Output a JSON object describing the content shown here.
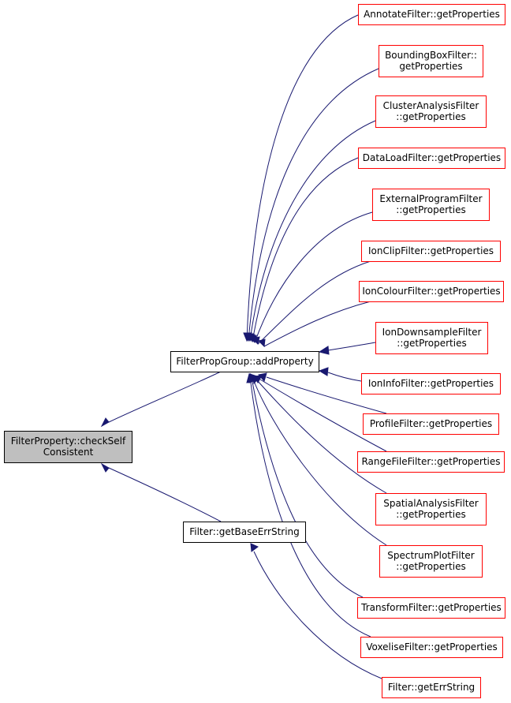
{
  "graph": {
    "colors": {
      "edge": "#191970",
      "caller_border": "#ff0000",
      "node_border": "#000000",
      "root_fill": "#bfbfbf"
    },
    "root": {
      "id": "root",
      "lines": [
        "FilterProperty::checkSelf",
        "Consistent"
      ]
    },
    "intermediates": [
      {
        "id": "addProperty",
        "lines": [
          "FilterPropGroup::addProperty"
        ]
      },
      {
        "id": "getBaseErrString",
        "lines": [
          "Filter::getBaseErrString"
        ]
      }
    ],
    "callers": [
      {
        "id": "annotate",
        "lines": [
          "AnnotateFilter::getProperties"
        ]
      },
      {
        "id": "boundingbox",
        "lines": [
          "BoundingBoxFilter::",
          "getProperties"
        ]
      },
      {
        "id": "cluster",
        "lines": [
          "ClusterAnalysisFilter",
          "::getProperties"
        ]
      },
      {
        "id": "dataload",
        "lines": [
          "DataLoadFilter::getProperties"
        ]
      },
      {
        "id": "external",
        "lines": [
          "ExternalProgramFilter",
          "::getProperties"
        ]
      },
      {
        "id": "ionclip",
        "lines": [
          "IonClipFilter::getProperties"
        ]
      },
      {
        "id": "ioncolour",
        "lines": [
          "IonColourFilter::getProperties"
        ]
      },
      {
        "id": "iondownsample",
        "lines": [
          "IonDownsampleFilter",
          "::getProperties"
        ]
      },
      {
        "id": "ioninfo",
        "lines": [
          "IonInfoFilter::getProperties"
        ]
      },
      {
        "id": "profile",
        "lines": [
          "ProfileFilter::getProperties"
        ]
      },
      {
        "id": "rangefile",
        "lines": [
          "RangeFileFilter::getProperties"
        ]
      },
      {
        "id": "spatial",
        "lines": [
          "SpatialAnalysisFilter",
          "::getProperties"
        ]
      },
      {
        "id": "spectrum",
        "lines": [
          "SpectrumPlotFilter",
          "::getProperties"
        ]
      },
      {
        "id": "transform",
        "lines": [
          "TransformFilter::getProperties"
        ]
      },
      {
        "id": "voxelise",
        "lines": [
          "VoxeliseFilter::getProperties"
        ]
      },
      {
        "id": "geterrstring",
        "lines": [
          "Filter::getErrString"
        ]
      }
    ],
    "edges": [
      {
        "from": "addProperty",
        "to": "root"
      },
      {
        "from": "getBaseErrString",
        "to": "root"
      },
      {
        "from": "annotate",
        "to": "addProperty"
      },
      {
        "from": "boundingbox",
        "to": "addProperty"
      },
      {
        "from": "cluster",
        "to": "addProperty"
      },
      {
        "from": "dataload",
        "to": "addProperty"
      },
      {
        "from": "external",
        "to": "addProperty"
      },
      {
        "from": "ionclip",
        "to": "addProperty"
      },
      {
        "from": "ioncolour",
        "to": "addProperty"
      },
      {
        "from": "iondownsample",
        "to": "addProperty"
      },
      {
        "from": "ioninfo",
        "to": "addProperty"
      },
      {
        "from": "profile",
        "to": "addProperty"
      },
      {
        "from": "rangefile",
        "to": "addProperty"
      },
      {
        "from": "spatial",
        "to": "addProperty"
      },
      {
        "from": "spectrum",
        "to": "addProperty"
      },
      {
        "from": "transform",
        "to": "addProperty"
      },
      {
        "from": "voxelise",
        "to": "addProperty"
      },
      {
        "from": "geterrstring",
        "to": "getBaseErrString"
      }
    ]
  }
}
